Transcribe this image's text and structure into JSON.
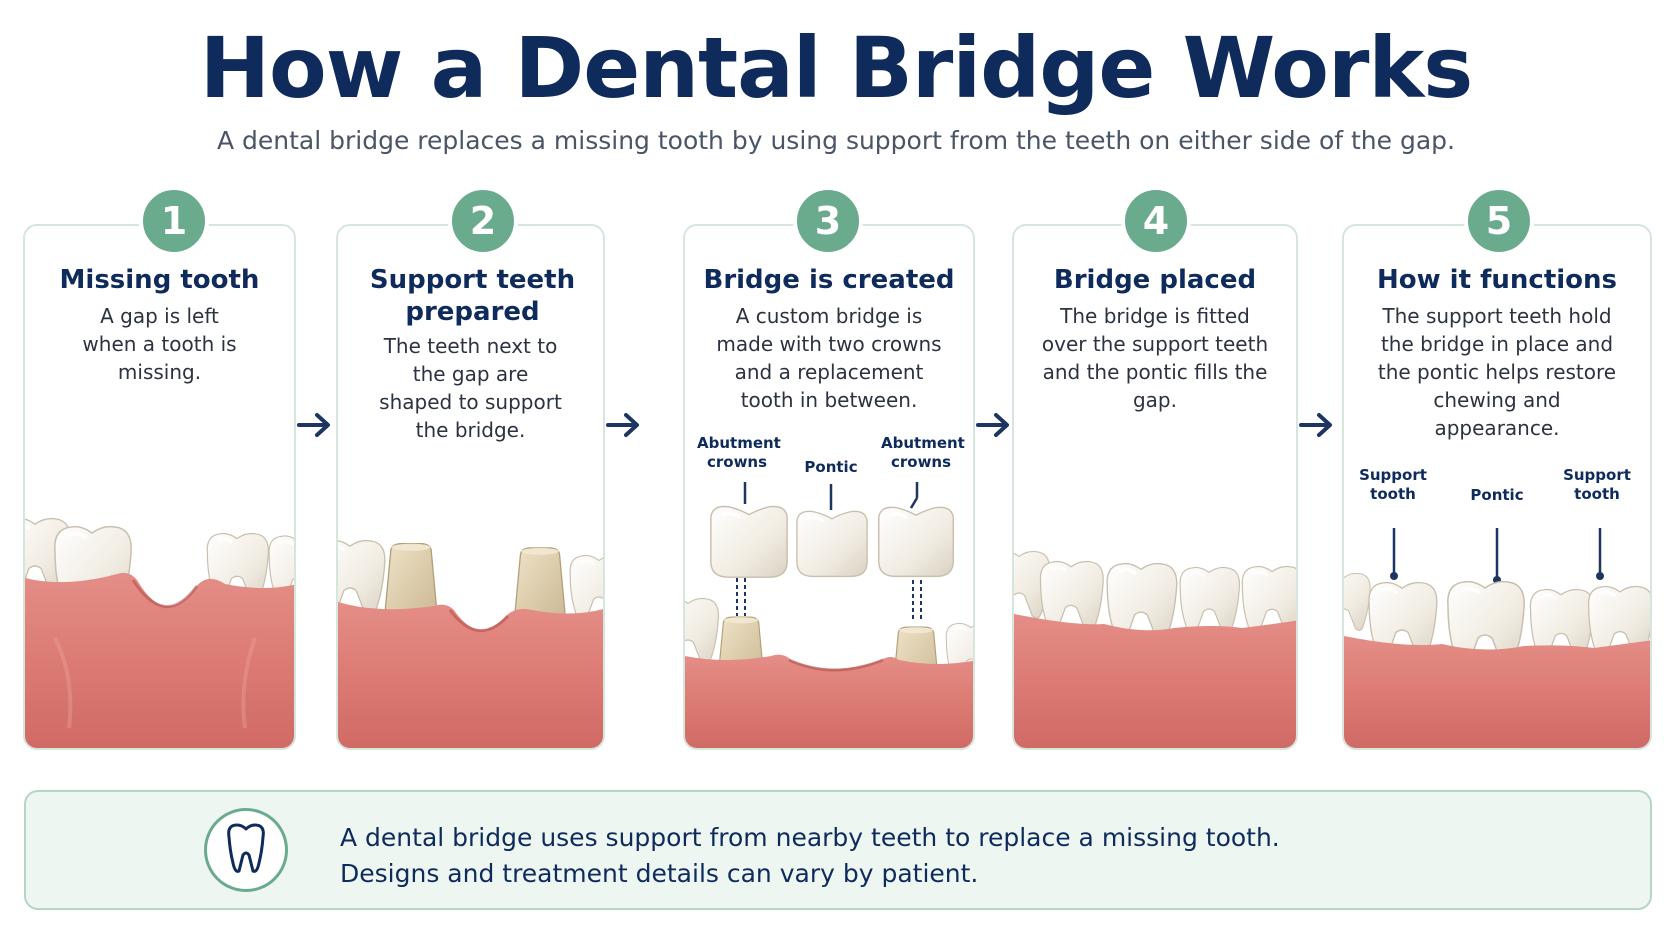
{
  "header": {
    "title": "How a Dental Bridge Works",
    "subtitle": "A dental bridge replaces a missing tooth by using support from the teeth on either side of the gap."
  },
  "steps": [
    {
      "number": "1",
      "title": "Missing tooth",
      "description": "A gap is left when a tooth is missing."
    },
    {
      "number": "2",
      "title": "Support teeth prepared",
      "description": "The teeth next to the gap are shaped to support the bridge."
    },
    {
      "number": "3",
      "title": "Bridge is created",
      "description": "A custom bridge is made with two crowns and a replacement tooth in between.",
      "labels": {
        "left": "Abutment\ncrowns",
        "middle": "Pontic",
        "right": "Abutment\ncrowns"
      }
    },
    {
      "number": "4",
      "title": "Bridge placed",
      "description": "The bridge is fitted over the support teeth and the pontic fills the gap."
    },
    {
      "number": "5",
      "title": "How it functions",
      "description": "The support teeth hold the bridge in place and the pontic helps restore chewing and appearance.",
      "labels": {
        "left": "Support\ntooth",
        "middle": "Pontic",
        "right": "Support\ntooth"
      }
    }
  ],
  "footer": {
    "line1": "A dental bridge uses support from nearby teeth to replace a missing tooth.",
    "line2": "Designs and treatment details can vary by patient.",
    "icon": "tooth-icon"
  },
  "colors": {
    "title": "#0e2b5c",
    "badge": "#6aab8e",
    "gum": "#e0847c",
    "tooth": "#f3efe6",
    "prepared_tooth": "#e2d3b4",
    "card_border": "#d5e6dc",
    "footer_bg": "#eef6f1"
  }
}
